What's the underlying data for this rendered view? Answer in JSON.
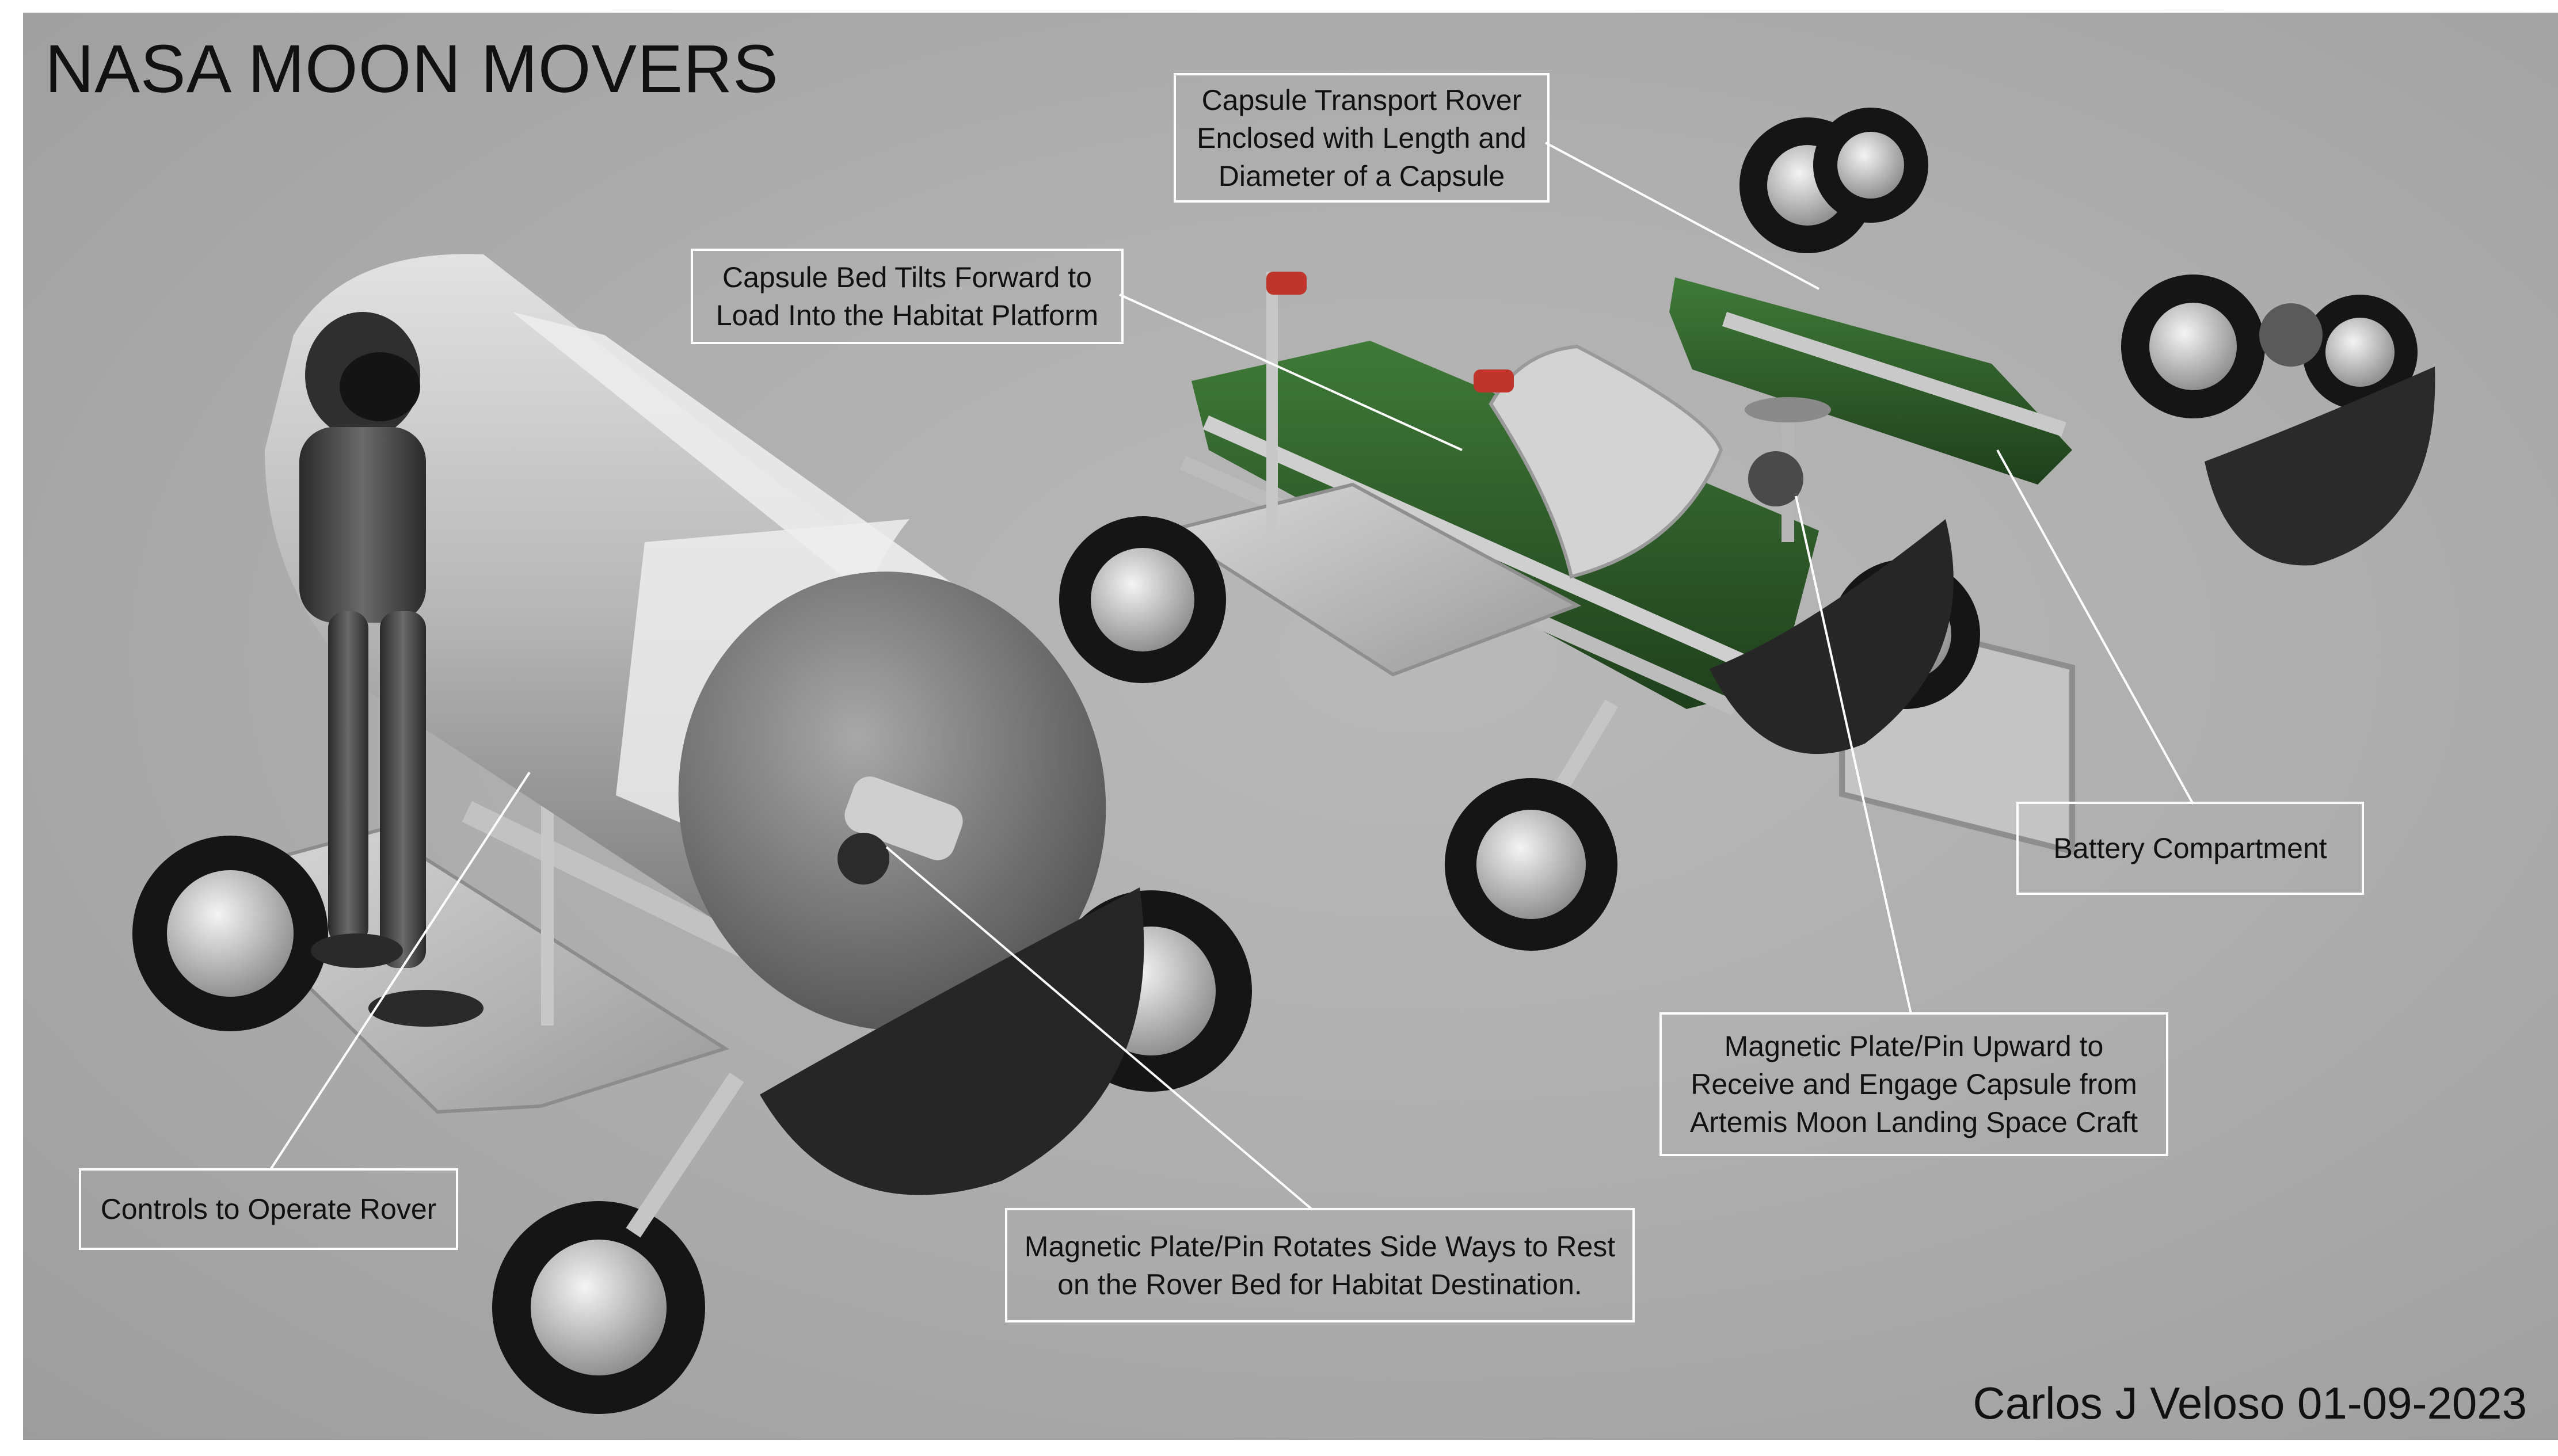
{
  "title": "NASA MOON MOVERS",
  "credit": "Carlos J Veloso 01-09-2023",
  "callouts": {
    "capsule_transport": "Capsule Transport Rover\nEnclosed with Length and\nDiameter of a Capsule",
    "capsule_bed": "Capsule Bed  Tilts Forward to\nLoad Into the Habitat Platform",
    "battery": "Battery Compartment",
    "magnetic_upward": "Magnetic Plate/Pin Upward to\nReceive and Engage  Capsule from\nArtemis  Moon Landing Space Craft",
    "controls": "Controls to Operate Rover",
    "magnetic_rotates": "Magnetic Plate/Pin Rotates Side Ways to Rest\non the Rover Bed for Habitat Destination."
  },
  "colors": {
    "background": "#acacac",
    "frame": "#ffffff",
    "chassis_green": "#2f5a2c",
    "capsule_silver": "#c8c8c8",
    "tire_black": "#151515",
    "control_red": "#c0352b"
  }
}
